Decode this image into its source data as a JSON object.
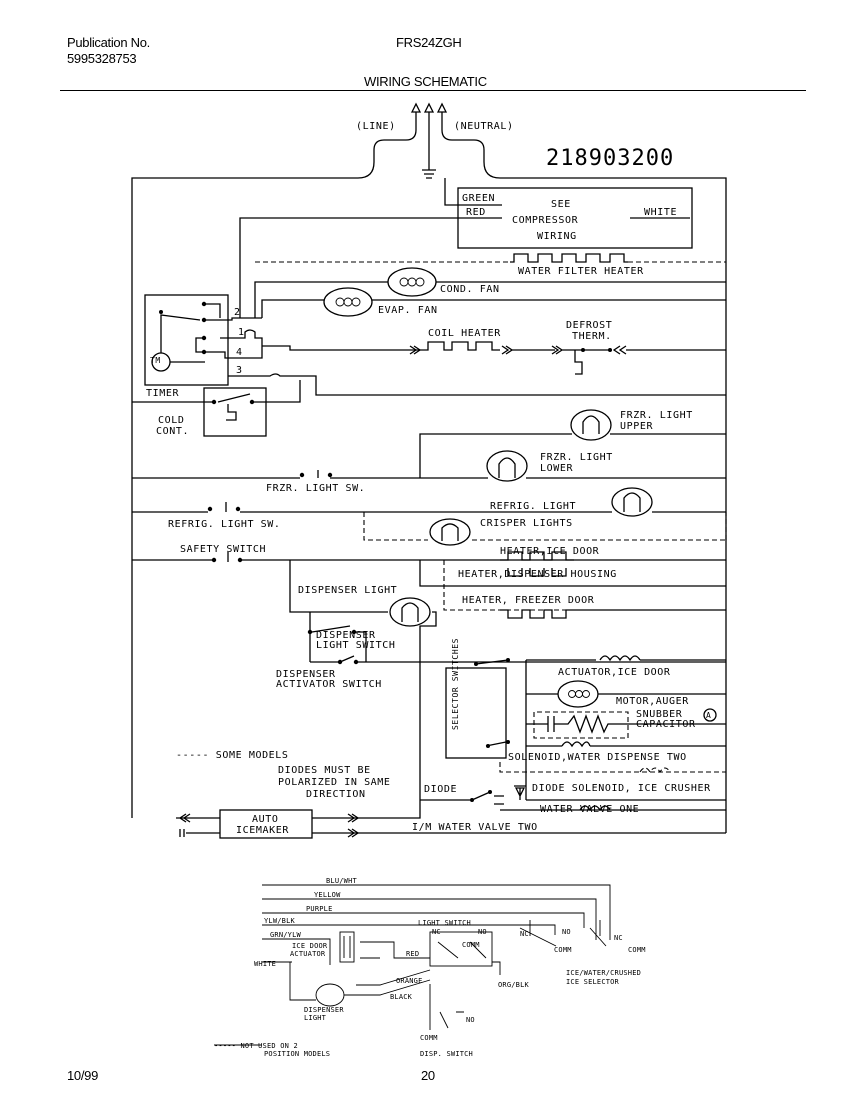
{
  "header": {
    "publication_label": "Publication No.",
    "publication_number": "5995328753",
    "model": "FRS24ZGH",
    "title": "WIRING SCHEMATIC"
  },
  "schematic": {
    "part_number": "218903200",
    "supply": {
      "line": "(LINE)",
      "neutral": "(NEUTRAL)"
    },
    "compressor_box": {
      "green": "GREEN",
      "red": "RED",
      "white": "WHITE",
      "see": "SEE",
      "compressor": "COMPRESSOR",
      "wiring": "WIRING"
    },
    "timer": {
      "label": "TIMER",
      "tm": "TM",
      "terminals": [
        "2",
        "1",
        "4",
        "3"
      ]
    },
    "cold_control": {
      "line1": "COLD",
      "line2": "CONT."
    },
    "components": {
      "water_filter_heater": "WATER FILTER HEATER",
      "cond_fan": "COND. FAN",
      "evap_fan": "EVAP. FAN",
      "coil_heater": "COIL HEATER",
      "defrost_therm_1": "DEFROST",
      "defrost_therm_2": "THERM.",
      "frzr_light_upper_1": "FRZR. LIGHT",
      "frzr_light_upper_2": "UPPER",
      "frzr_light_lower_1": "FRZR. LIGHT",
      "frzr_light_lower_2": "LOWER",
      "frzr_light_sw": "FRZR. LIGHT SW.",
      "refrig_light": "REFRIG. LIGHT",
      "refrig_light_sw": "REFRIG. LIGHT SW.",
      "crisper_lights": "CRISPER LIGHTS",
      "safety_switch": "SAFETY SWITCH",
      "heater_ice_door": "HEATER,ICE DOOR",
      "heater_dispenser_housing": "HEATER,DISPENSER HOUSING",
      "heater_freezer_door": "HEATER, FREEZER DOOR",
      "dispenser_light": "DISPENSER LIGHT",
      "dispenser_light_switch_1": "DISPENSER",
      "dispenser_light_switch_2": "LIGHT SWITCH",
      "dispenser_activator_1": "DISPENSER",
      "dispenser_activator_2": "ACTIVATOR SWITCH",
      "selector_switches": "SELECTOR SWITCHES",
      "actuator_ice_door": "ACTUATOR,ICE DOOR",
      "motor_auger": "MOTOR,AUGER",
      "snubber_1": "SNUBBER",
      "snubber_2": "CAPACITOR",
      "snubber_mark": "A",
      "solenoid_water_two": "SOLENOID,WATER DISPENSE TWO",
      "diode": "DIODE",
      "diode_solenoid_crusher": "DIODE SOLENOID, ICE CRUSHER",
      "water_valve_one": "WATER VALVE ONE",
      "auto_icemaker_1": "AUTO",
      "auto_icemaker_2": "ICEMAKER",
      "im_water_valve_two": "I/M WATER VALVE TWO"
    },
    "notes": {
      "some_models": "----- SOME MODELS",
      "diodes_1": "DIODES MUST BE",
      "diodes_2": "POLARIZED IN SAME",
      "diodes_3": "DIRECTION"
    }
  },
  "harness": {
    "wires": [
      "BLU/WHT",
      "YELLOW",
      "PURPLE",
      "YLW/BLK",
      "GRN/YLW",
      "WHITE",
      "RED",
      "ORANGE",
      "BLACK",
      "ORG/BLK"
    ],
    "ice_door_actuator_1": "ICE DOOR",
    "ice_door_actuator_2": "ACTUATOR",
    "light_switch": "LIGHT SWITCH",
    "nc": "NC",
    "no": "NO",
    "comm": "COMM",
    "selector_1": "ICE/WATER/CRUSHED",
    "selector_2": "ICE SELECTOR",
    "dispenser_light_1": "DISPENSER",
    "dispenser_light_2": "LIGHT",
    "disp_switch": "DISP. SWITCH",
    "note_1": "----- NOT USED ON 2",
    "note_2": "POSITION MODELS"
  },
  "footer": {
    "date": "10/99",
    "page": "20"
  }
}
